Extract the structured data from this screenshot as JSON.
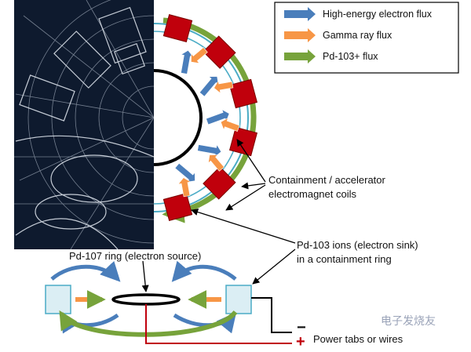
{
  "legend": {
    "items": [
      {
        "label": "High-energy electron flux",
        "color": "#4a7ebb",
        "icon": "blue-arrow-icon"
      },
      {
        "label": "Gamma ray flux",
        "color": "#f79646",
        "icon": "orange-arrow-icon"
      },
      {
        "label": "Pd-103+ flux",
        "color": "#77a33b",
        "icon": "green-arrow-icon"
      }
    ]
  },
  "labels": {
    "coils_line1": "Containment / accelerator",
    "coils_line2": "electromagnet coils",
    "ions_line1": "Pd-103 ions (electron sink)",
    "ions_line2": "in a containment ring",
    "pd107": "Pd-107 ring (electron source)",
    "power": "Power tabs or wires",
    "minus": "−",
    "plus": "+"
  },
  "watermark": "电子发烧友",
  "colors": {
    "coil": "#c0000c",
    "electron": "#4a7ebb",
    "gamma": "#f79646",
    "pd_flux": "#77a33b",
    "blueprint": "#0e1a2e",
    "box": "#dbeef4",
    "box_border": "#4bacc6"
  }
}
